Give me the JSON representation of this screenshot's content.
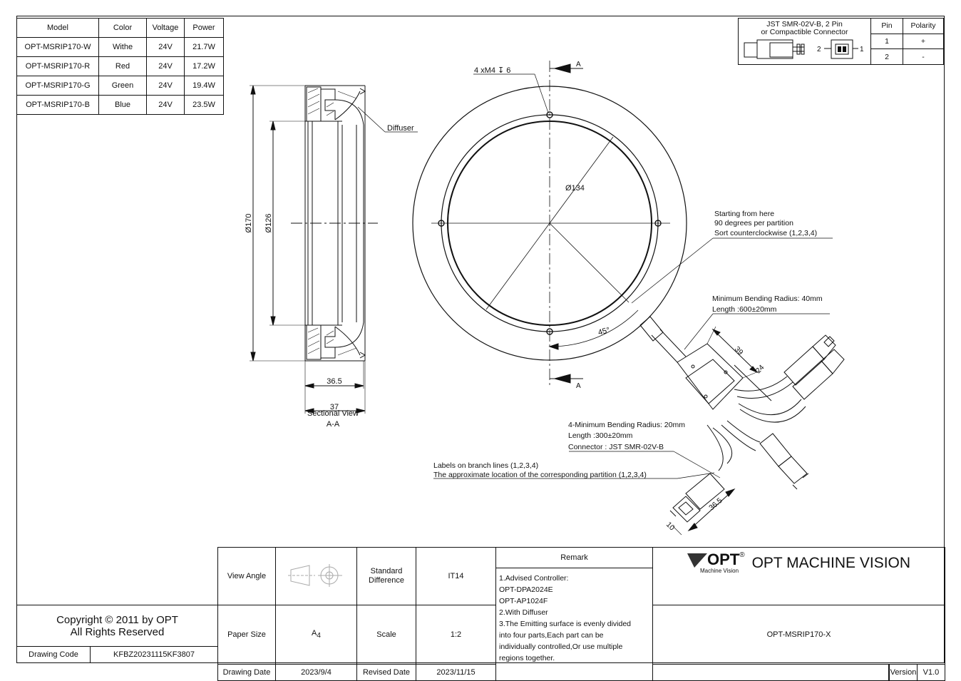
{
  "spec_table": {
    "headers": [
      "Model",
      "Color",
      "Voltage",
      "Power"
    ],
    "rows": [
      [
        "OPT-MSRIP170-W",
        "Withe",
        "24V",
        "21.7W"
      ],
      [
        "OPT-MSRIP170-R",
        "Red",
        "24V",
        "17.2W"
      ],
      [
        "OPT-MSRIP170-G",
        "Green",
        "24V",
        "19.4W"
      ],
      [
        "OPT-MSRIP170-B",
        "Blue",
        "24V",
        "23.5W"
      ]
    ]
  },
  "connector_table": {
    "title_line1": "JST SMR-02V-B, 2 Pin",
    "title_line2": "or Compactible Connector",
    "pin_header": "Pin",
    "polarity_header": "Polarity",
    "rows": [
      [
        "1",
        "+"
      ],
      [
        "2",
        "-"
      ]
    ],
    "pin_label_2": "2",
    "pin_label_1": "1"
  },
  "drawing": {
    "diffuser_label": "Diffuser",
    "dim_170": "Ø170",
    "dim_126": "Ø126",
    "dim_36_5": "36.5",
    "dim_37": "37",
    "section_label_1": "Sectional View",
    "section_label_2": "A-A",
    "hole_callout": "4 xM4 ↧ 6",
    "section_mark_top": "A",
    "section_mark_bottom": "A",
    "dim_134": "Ø134",
    "angle_45": "45°",
    "start_note_1": "Starting from here",
    "start_note_2": "90 degrees per partition",
    "start_note_3": "Sort counterclockwise (1,2,3,4)",
    "bend_note_1": "Minimum Bending Radius: 40mm",
    "bend_note_2": "Length :600±20mm",
    "dim_39": "39",
    "dim_24": "24",
    "branch_note_1": "4-Minimum Bending Radius: 20mm",
    "branch_note_2": "Length :300±20mm",
    "branch_note_3": "Connector : JST SMR-02V-B",
    "labels_note_1": "Labels on branch lines (1,2,3,4)",
    "labels_note_2": "The approximate location of the corresponding partition (1,2,3,4)",
    "dim_36_5_conn": "36.5",
    "dim_10": "10"
  },
  "title_block": {
    "view_angle_label": "View Angle",
    "standard_label_1": "Standard",
    "standard_label_2": "Difference",
    "standard_value": "IT14",
    "remark_label": "Remark",
    "remark_lines": [
      "1.Advised Controller:",
      " OPT-DPA2024E",
      " OPT-AP1024F",
      "2.With Diffuser",
      "3.The Emitting surface is evenly divided",
      "into four parts,Each part can be",
      "individually controlled,Or use multiple",
      "regions together."
    ],
    "brand_logo_text": "OPT",
    "brand_logo_sub": "Machine Vision",
    "brand_logo_reg": "®",
    "company_name": "OPT MACHINE VISION",
    "paper_size_label": "Paper Size",
    "paper_size_value": "A",
    "paper_size_sub": "4",
    "scale_label": "Scale",
    "scale_value": "1:2",
    "part_number": "OPT-MSRIP170-X",
    "drawing_date_label": "Drawing Date",
    "drawing_date_value": "2023/9/4",
    "revised_date_label": "Revised Date",
    "revised_date_value": "2023/11/15",
    "version_label": "Version",
    "version_value": "V1.0",
    "copyright_line1": "Copyright © 2011 by OPT",
    "copyright_line2": "All Rights Reserved",
    "drawing_code_label": "Drawing Code",
    "drawing_code_value": "KFBZ20231115KF3807"
  }
}
